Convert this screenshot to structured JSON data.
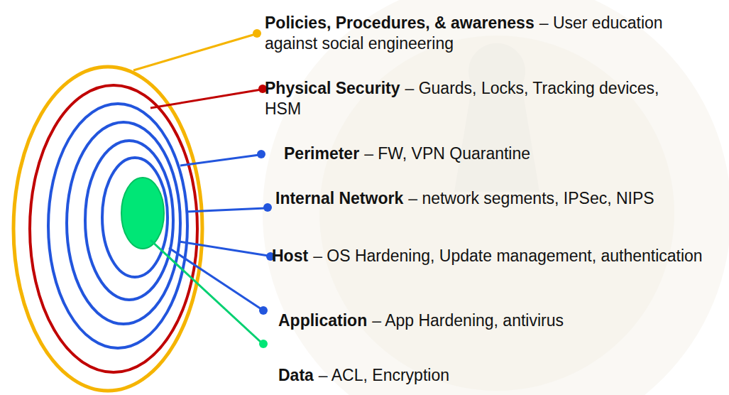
{
  "diagram": {
    "labels": [
      "Policies, Procedures, & awareness",
      "– User education against social engineering",
      "Physical Security",
      "– Guards, Locks, Tracking devices, HSM",
      "Perimeter",
      "– FW, VPN Quarantine",
      "Internal Network",
      "– network segments, IPSec, NIPS",
      "Host",
      "– OS Hardening, Update management, authentication",
      "Application",
      "– App Hardening, antivirus",
      "Data",
      "– ACL, Encryption"
    ]
  }
}
